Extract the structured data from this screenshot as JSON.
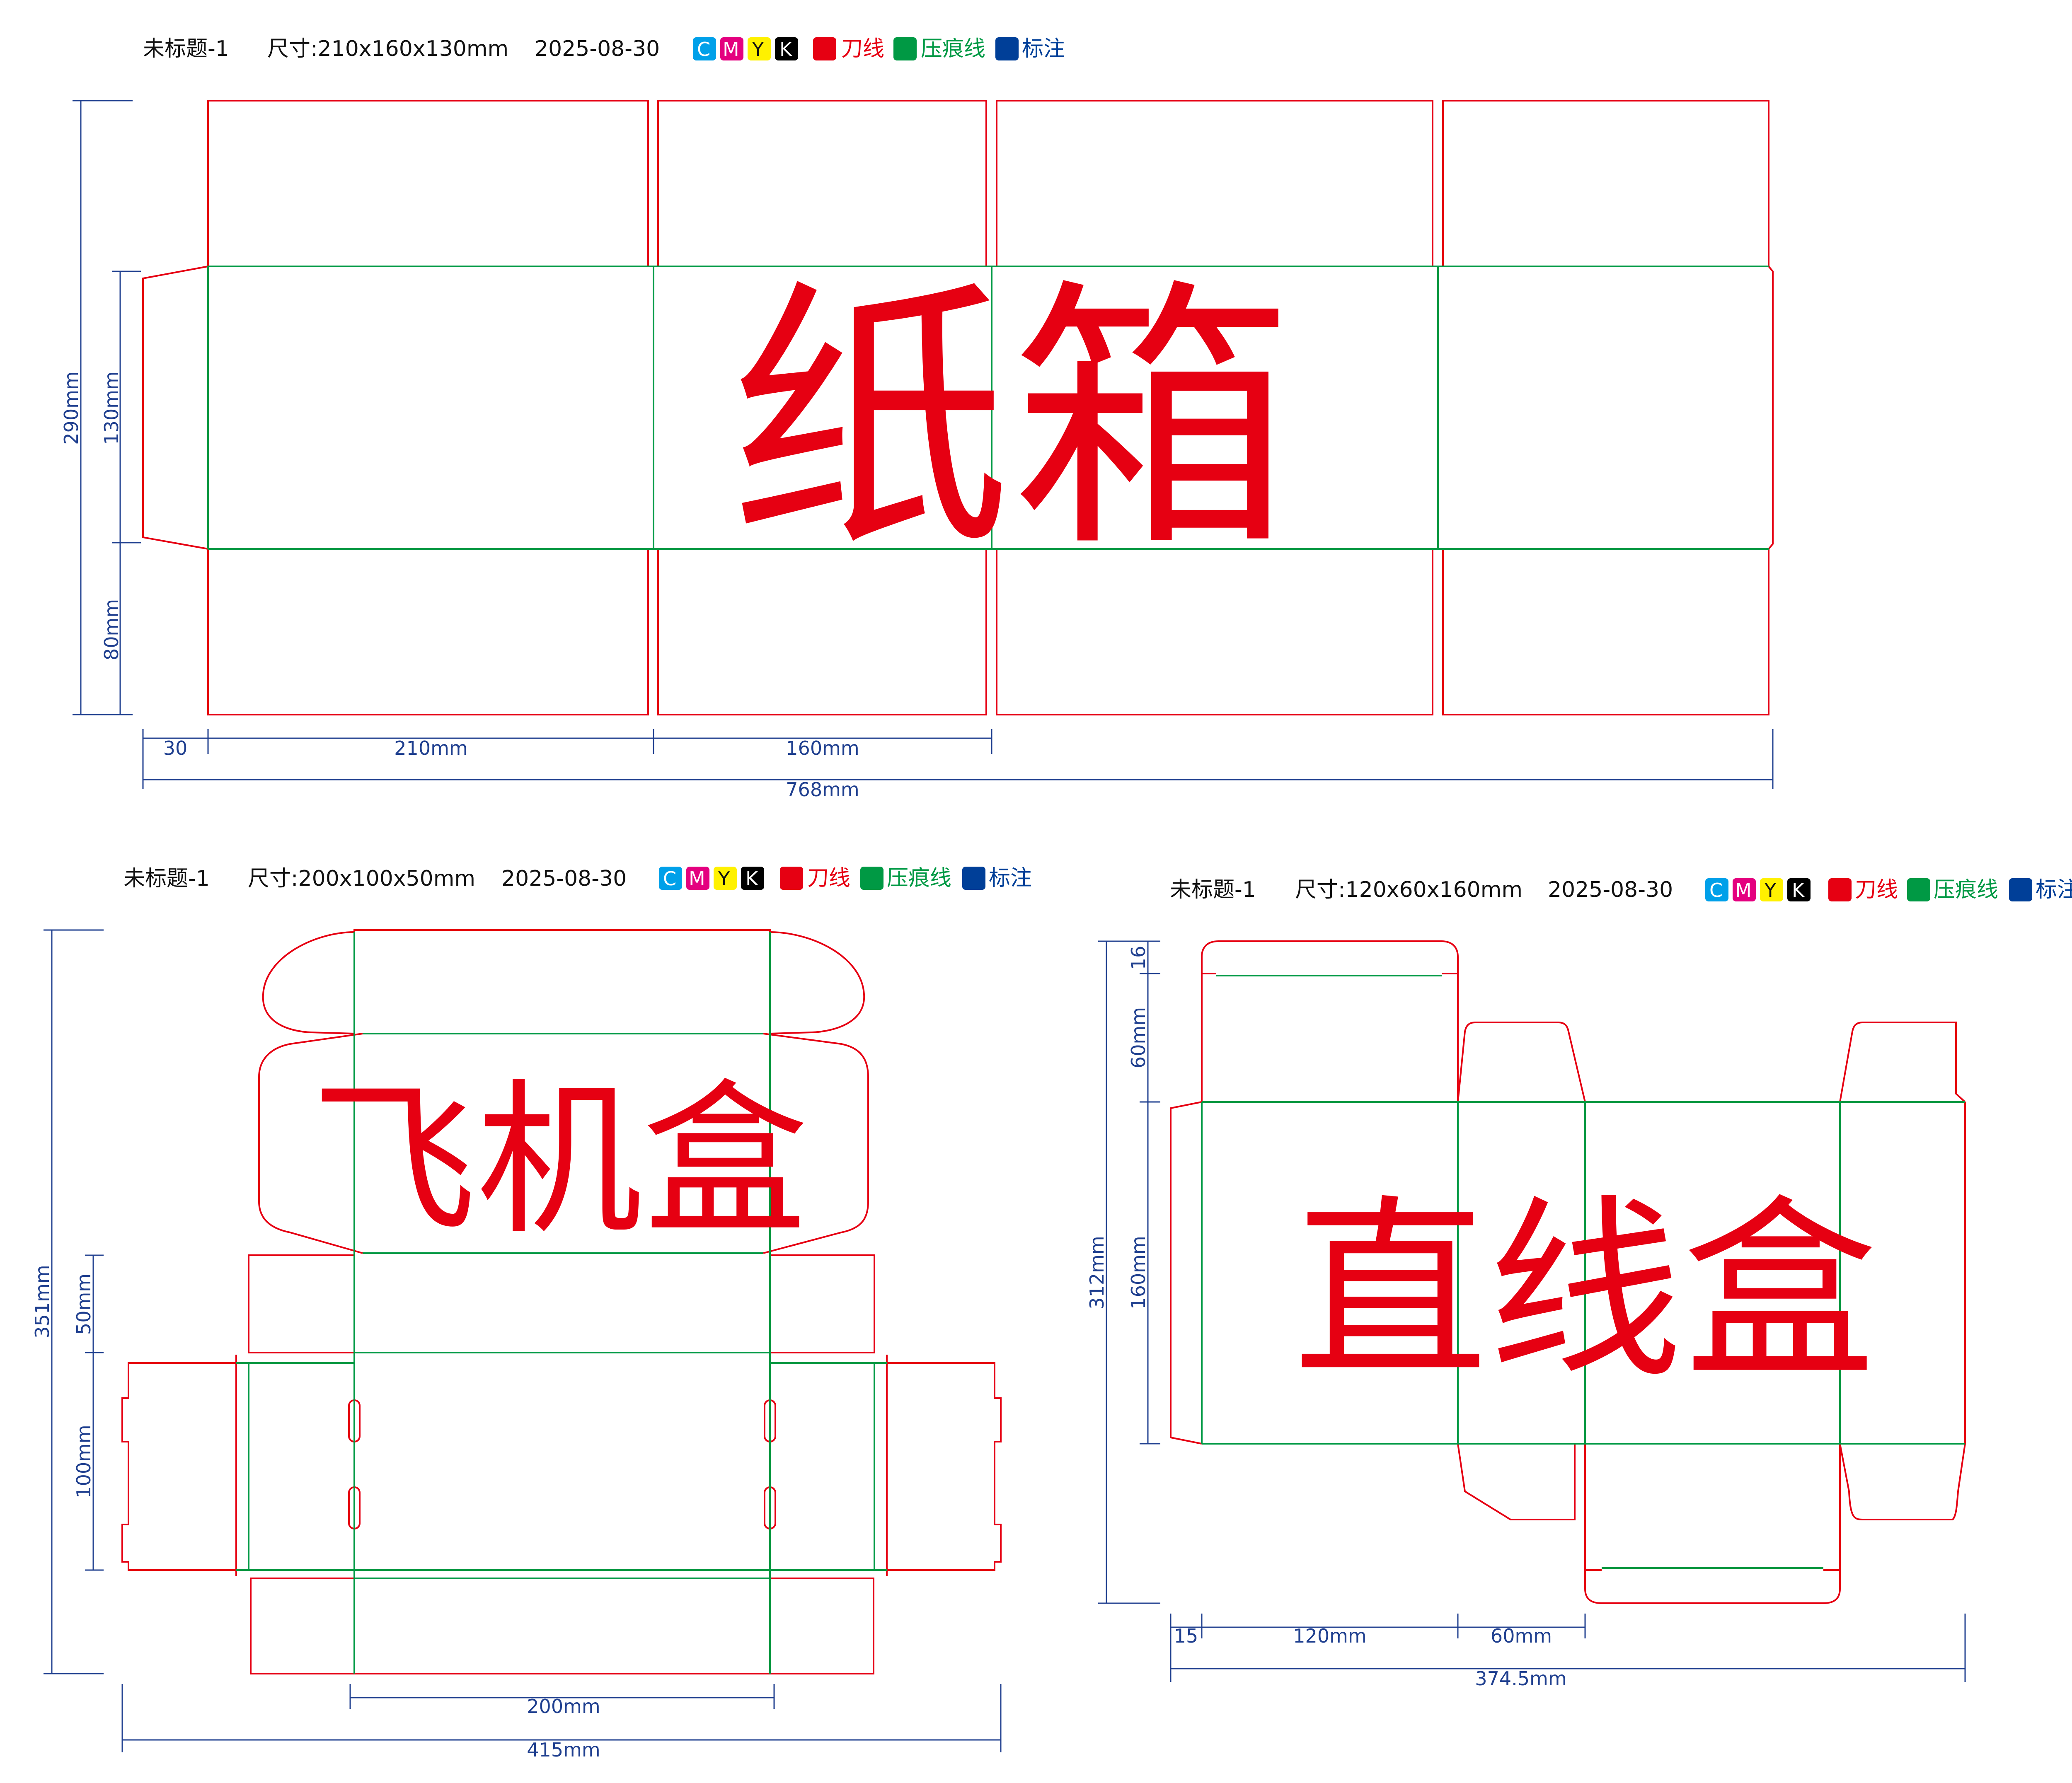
{
  "colors": {
    "cut": "#e60012",
    "crease": "#009944",
    "annotation": "#003f98",
    "cyan": "#00a0e9",
    "magenta": "#e4007f",
    "yellow": "#fff100",
    "black": "#000000"
  },
  "legend": {
    "c": "C",
    "m": "M",
    "y": "Y",
    "k": "K",
    "cut_label": "刀线",
    "crease_label": "压痕线",
    "note_label": "标注"
  },
  "carton": {
    "header": {
      "name": "未标题-1",
      "size": "尺寸:210x160x130mm",
      "date": "2025-08-30"
    },
    "title": "纸箱",
    "dims": {
      "total_h": "290mm",
      "mid_h": "130mm",
      "flap_h": "80mm",
      "glue_w": "30",
      "w1": "210mm",
      "w2": "160mm",
      "total_w": "768mm"
    }
  },
  "mailer": {
    "header": {
      "name": "未标题-1",
      "size": "尺寸:200x100x50mm",
      "date": "2025-08-30"
    },
    "title": "飞机盒",
    "dims": {
      "total_h": "351mm",
      "h1": "50mm",
      "h2": "100mm",
      "w": "200mm",
      "total_w": "415mm"
    }
  },
  "tuck": {
    "header": {
      "name": "未标题-1",
      "size": "尺寸:120x60x160mm",
      "date": "2025-08-30"
    },
    "title": "直线盒",
    "dims": {
      "total_h": "312mm",
      "h_top": "16",
      "h1": "60mm",
      "h2": "160mm",
      "glue_w": "15",
      "w1": "120mm",
      "w2": "60mm",
      "total_w": "374.5mm"
    }
  }
}
